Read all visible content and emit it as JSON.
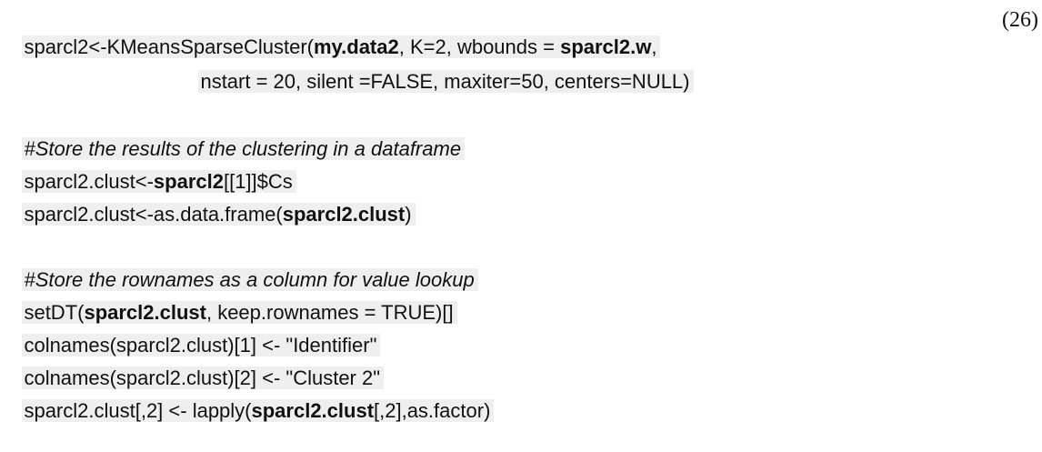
{
  "equation_number": "(26)",
  "lines": {
    "l1": {
      "p1": "sparcl2<-KMeansSparseCluster(",
      "p2": "my.data2",
      "p3": ", K=2, wbounds = ",
      "p4": "sparcl2.w",
      "p5": ","
    },
    "l2": {
      "p1": "nstart = 20, silent =FALSE, maxiter=50, centers=NULL)"
    },
    "l3": {
      "p1": "#Store the results of the clustering in a dataframe"
    },
    "l4": {
      "p1": "sparcl2.clust<-",
      "p2": "sparcl2",
      "p3": "[[1]]$Cs"
    },
    "l5": {
      "p1": "sparcl2.clust<-as.data.frame(",
      "p2": "sparcl2.clust",
      "p3": ")"
    },
    "l6": {
      "p1": "#Store the rownames as a column for value lookup"
    },
    "l7": {
      "p1": "setDT(",
      "p2": "sparcl2.clust",
      "p3": ", keep.rownames = TRUE)[]"
    },
    "l8": {
      "p1": "colnames(sparcl2.clust)[1] <- \"Identifier\""
    },
    "l9": {
      "p1": "colnames(sparcl2.clust)[2] <- \"Cluster 2\""
    },
    "l10": {
      "p1": "sparcl2.clust[,2] <- lapply(",
      "p2": "sparcl2.clust",
      "p3": "[,2],as.factor)"
    }
  }
}
